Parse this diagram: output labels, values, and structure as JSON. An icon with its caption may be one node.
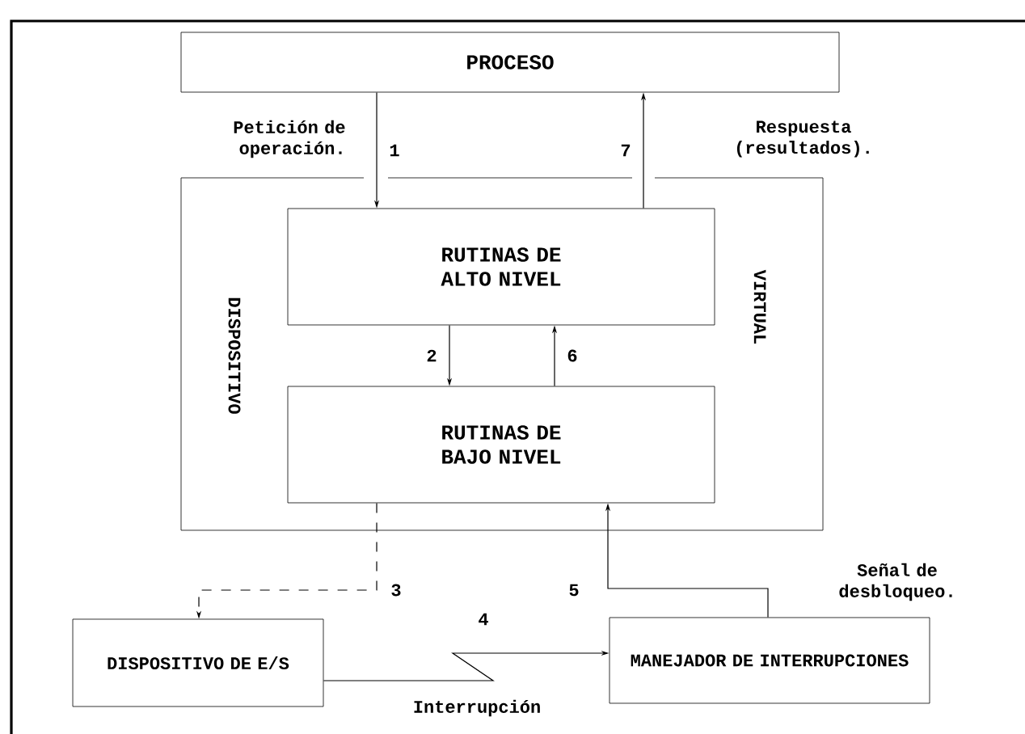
{
  "diagram": {
    "nodes": [
      {
        "text": [
          "PROCESO"
        ]
      },
      {
        "text": [
          "DISPOSITIVO",
          "VIRTUAL"
        ]
      },
      {
        "text": [
          "RUTINAS DE ALTO NIVEL"
        ],
        "in": 1
      },
      {
        "text": [
          "RUTINAS DE BAJO NIVEL"
        ],
        "in": 1
      },
      {
        "text": [
          "DISPOSITIVO DE E/S"
        ]
      },
      {
        "text": [
          "MANEJADOR DE INTERRUPCIONES"
        ]
      }
    ],
    "edges": [
      {
        "from": 0,
        "to": 2,
        "arrow": "to",
        "label": "1"
      },
      {
        "from": 2,
        "to": 0,
        "arrow": "to",
        "label": "7"
      },
      {
        "from": 2,
        "to": 3,
        "arrow": "to",
        "label": "2"
      },
      {
        "from": 3,
        "to": 2,
        "arrow": "to",
        "label": "6"
      },
      {
        "from": 3,
        "to": 4,
        "arrow": "to",
        "label": "3",
        "style": "dashed"
      },
      {
        "from": 4,
        "to": 5,
        "arrow": "to",
        "label": "4"
      },
      {
        "from": 5,
        "to": 3,
        "arrow": "to",
        "label": "5"
      }
    ],
    "labels": [
      "Petición de operación.",
      "Respuesta (resultados).",
      "Señal de desbloqueo.",
      "Interrupción"
    ]
  }
}
